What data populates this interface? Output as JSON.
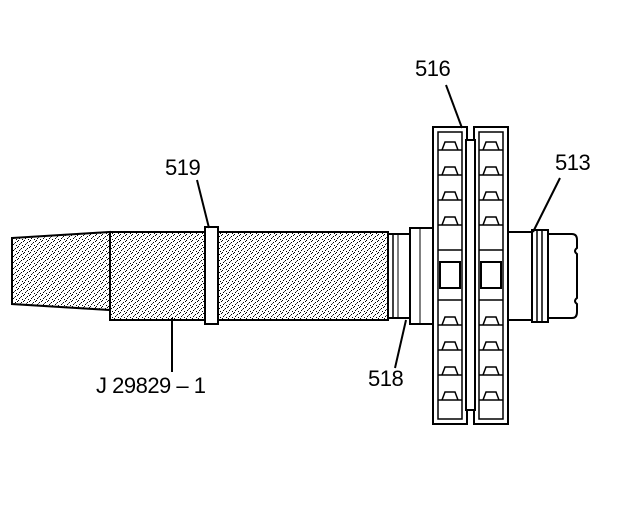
{
  "callouts": {
    "tool": "J 29829 – 1",
    "part_519": "519",
    "part_516": "516",
    "part_513": "513",
    "part_518": "518"
  },
  "colors": {
    "ink": "#000000",
    "paper": "#ffffff"
  }
}
